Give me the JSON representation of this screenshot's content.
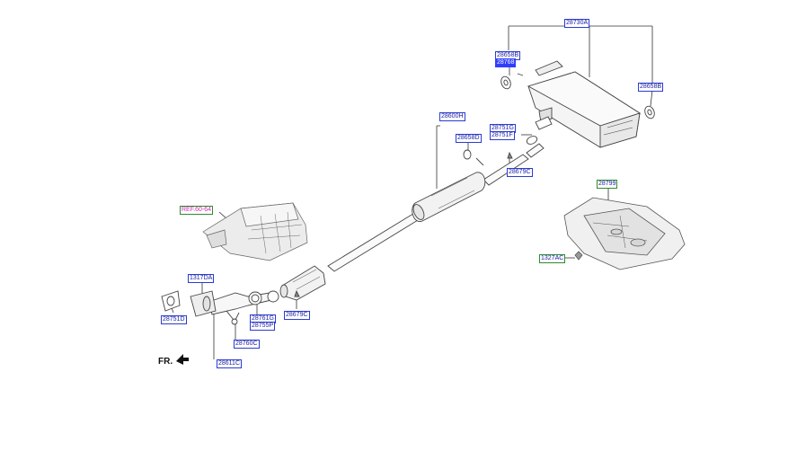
{
  "diagram": {
    "direction_label": "FR.",
    "labels": {
      "p28730A": "28730A",
      "p28658B": "28658B",
      "p28768": "28768",
      "p28658B_right": "28658B",
      "p28600H": "28600H",
      "p28658D": "28658D",
      "p28751G": "28751G",
      "p28751F": "28751F",
      "p28679C_upper": "28679C",
      "p28799": "28799",
      "p1327AC": "1327AC",
      "pREF": "REF.60-64",
      "p1317DA": "1317DA",
      "p28751D": "28751D",
      "p28761G": "28761G",
      "p28755P": "28755P",
      "p28679C_lower": "28679C",
      "p28760C": "28760C",
      "p28611C": "28611C"
    }
  }
}
